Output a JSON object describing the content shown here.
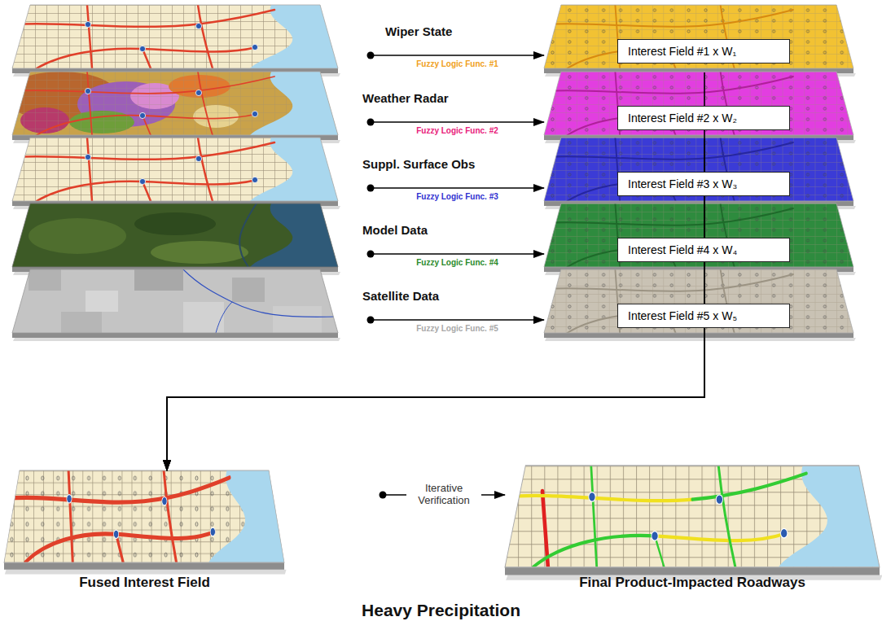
{
  "diagram": {
    "caption": "Heavy Precipitation",
    "nodes": [
      {
        "text": [
          "Wiper State"
        ]
      },
      {
        "text": [
          "Weather Radar"
        ]
      },
      {
        "text": [
          "Suppl. Surface Obs"
        ]
      },
      {
        "text": [
          "Model Data"
        ]
      },
      {
        "text": [
          "Satellite Data"
        ]
      },
      {
        "text": [
          "Interest Field #1 x W₁"
        ]
      },
      {
        "text": [
          "Interest Field #2 x W₂"
        ]
      },
      {
        "text": [
          "Interest Field #3 x W₃"
        ]
      },
      {
        "text": [
          "Interest Field #4 x W₄"
        ]
      },
      {
        "text": [
          "Interest Field #5 x W₅"
        ]
      },
      {
        "text": [
          "Fused Interest Field"
        ]
      },
      {
        "text": [
          "Final Product-Impacted Roadways"
        ]
      }
    ],
    "edges": [
      {
        "from": 0,
        "to": 5,
        "arrow": "to",
        "label": "Fuzzy Logic Func. #1"
      },
      {
        "from": 1,
        "to": 6,
        "arrow": "to",
        "label": "Fuzzy Logic Func. #2"
      },
      {
        "from": 2,
        "to": 7,
        "arrow": "to",
        "label": "Fuzzy Logic Func. #3"
      },
      {
        "from": 3,
        "to": 8,
        "arrow": "to",
        "label": "Fuzzy Logic Func. #4"
      },
      {
        "from": 4,
        "to": 9,
        "arrow": "to",
        "label": "Fuzzy Logic Func. #5"
      },
      {
        "from": 5,
        "to": 10,
        "arrow": "to"
      },
      {
        "from": 6,
        "to": 10,
        "arrow": "to"
      },
      {
        "from": 7,
        "to": 10,
        "arrow": "to"
      },
      {
        "from": 8,
        "to": 10,
        "arrow": "to"
      },
      {
        "from": 9,
        "to": 10,
        "arrow": "to"
      },
      {
        "from": 10,
        "to": 11,
        "arrow": "to",
        "label": "Iterative Verification"
      }
    ]
  }
}
